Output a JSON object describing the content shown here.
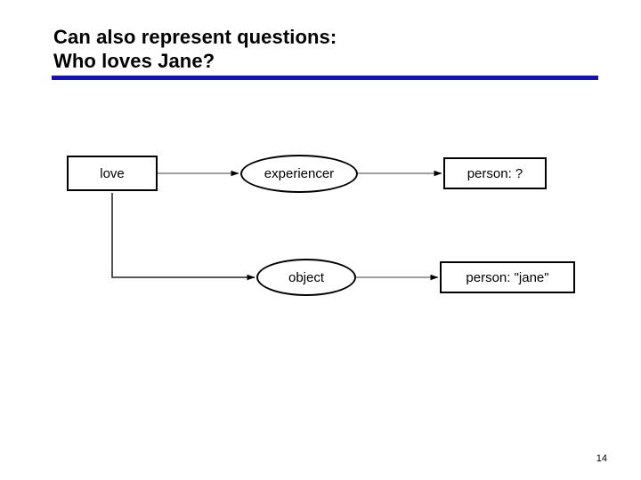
{
  "slide": {
    "title_lines": [
      "Can also represent questions:",
      "Who loves Jane?"
    ],
    "page_number": "14",
    "rule_color": "#1414AA",
    "background_color": "#ffffff"
  },
  "diagram": {
    "type": "semantic-network",
    "nodes": [
      {
        "id": "love",
        "label": "love",
        "shape": "box"
      },
      {
        "id": "experiencer",
        "label": "experiencer",
        "shape": "ellipse"
      },
      {
        "id": "person_q",
        "label": "person: ?",
        "shape": "box"
      },
      {
        "id": "object",
        "label": "object",
        "shape": "ellipse"
      },
      {
        "id": "person_jane",
        "label": "person: \"jane\"",
        "shape": "box"
      }
    ],
    "edges": [
      {
        "from": "love",
        "to": "experiencer",
        "style": "straight-arrow"
      },
      {
        "from": "experiencer",
        "to": "person_q",
        "style": "straight-arrow"
      },
      {
        "from": "love",
        "to": "object",
        "style": "elbow-arrow"
      },
      {
        "from": "object",
        "to": "person_jane",
        "style": "straight-arrow"
      }
    ],
    "edge_color": "#808080",
    "elbow_color": "#404040",
    "arrowhead_color": "#000000",
    "node_border_color": "#000000"
  }
}
